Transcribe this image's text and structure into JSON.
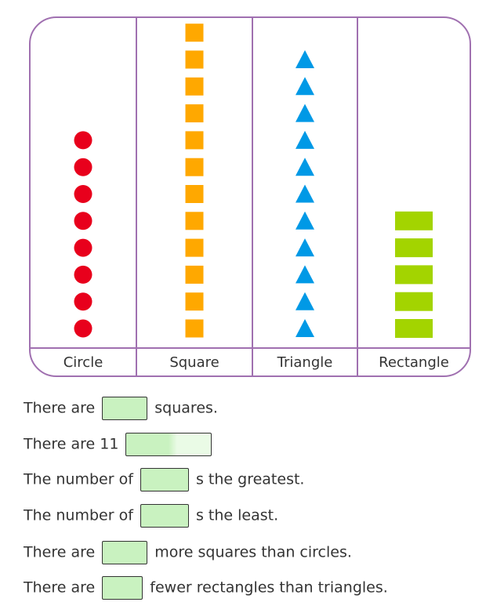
{
  "chart_data": {
    "type": "pictograph",
    "categories": [
      "Circle",
      "Square",
      "Triangle",
      "Rectangle"
    ],
    "values": [
      8,
      12,
      11,
      5
    ],
    "symbols": [
      "circle",
      "square",
      "triangle",
      "rectangle"
    ],
    "colors": [
      "#e8001c",
      "#ffa800",
      "#0099e6",
      "#a3d400"
    ],
    "frame_color": "#a070b0",
    "grid": false
  },
  "questions": [
    {
      "before": "There are",
      "after": "squares."
    },
    {
      "before": "There are 11",
      "after": ""
    },
    {
      "before": "The number of",
      "after": "s the greatest."
    },
    {
      "before": "The number of",
      "after": "s the least."
    },
    {
      "before": "There are",
      "after": "more squares than circles."
    },
    {
      "before": "There are",
      "after": " fewer rectangles than triangles."
    }
  ],
  "answer_box_color": "#c9f2c0"
}
